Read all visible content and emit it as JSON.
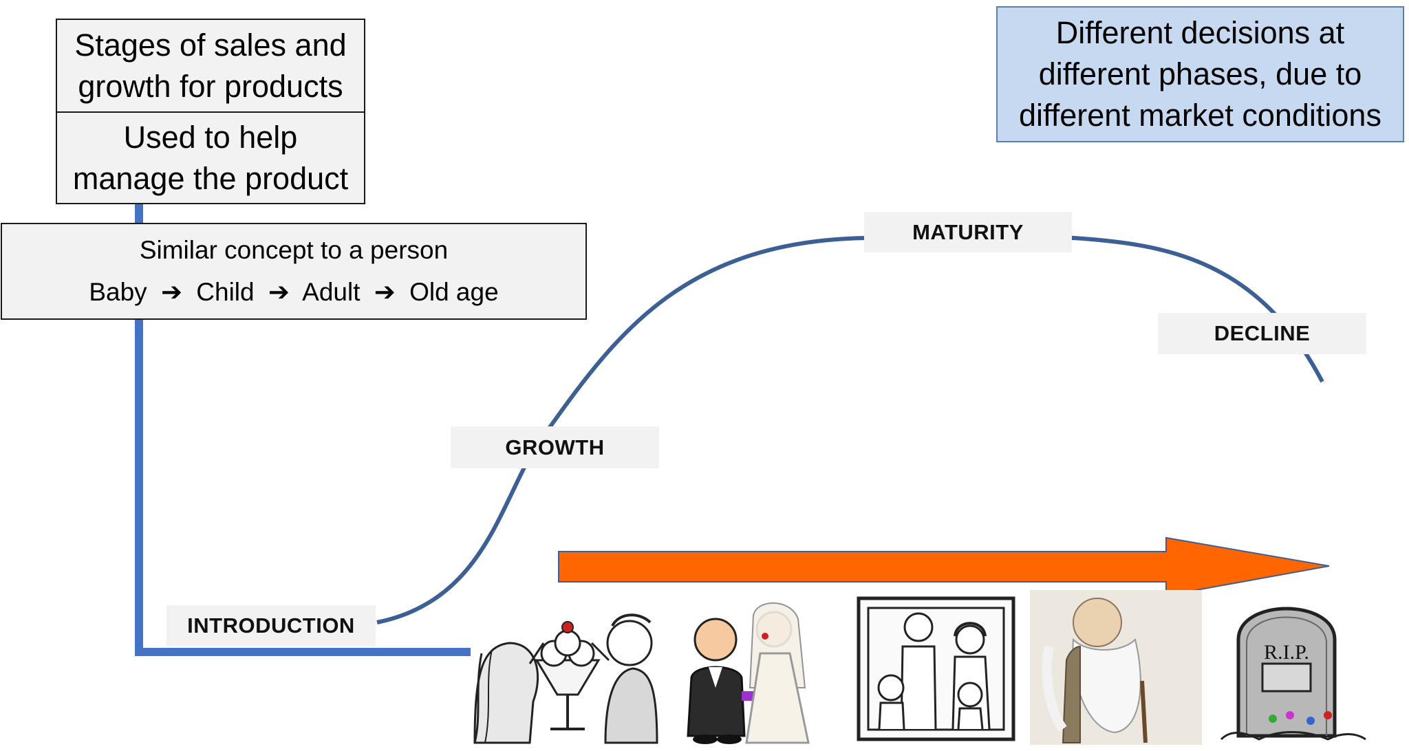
{
  "title_box": {
    "line1": "Stages of sales and",
    "line2": "growth for products"
  },
  "purpose_box": {
    "line1": "Used to help",
    "line2": "manage the product"
  },
  "concept_box": {
    "heading": "Similar concept to a person",
    "stages": [
      "Baby",
      "Child",
      "Adult",
      "Old age"
    ],
    "arrow_glyph": "➔"
  },
  "note_box": {
    "line1": "Different decisions at",
    "line2": "different phases, due to",
    "line3": "different market conditions"
  },
  "stages": {
    "introduction": "INTRODUCTION",
    "growth": "GROWTH",
    "maturity": "MATURITY",
    "decline": "DECLINE"
  },
  "illustrations": [
    "couple-sharing-milkshake",
    "wedding-couple",
    "family-portrait",
    "old-man-with-beard",
    "gravestone"
  ],
  "gravestone_text": "R.I.P.",
  "colors": {
    "curve": "#3c5f95",
    "axis": "#4472c4",
    "arrow": "#ff6600",
    "note_fill": "#c6d9f1",
    "label_fill": "#f2f2f2"
  }
}
